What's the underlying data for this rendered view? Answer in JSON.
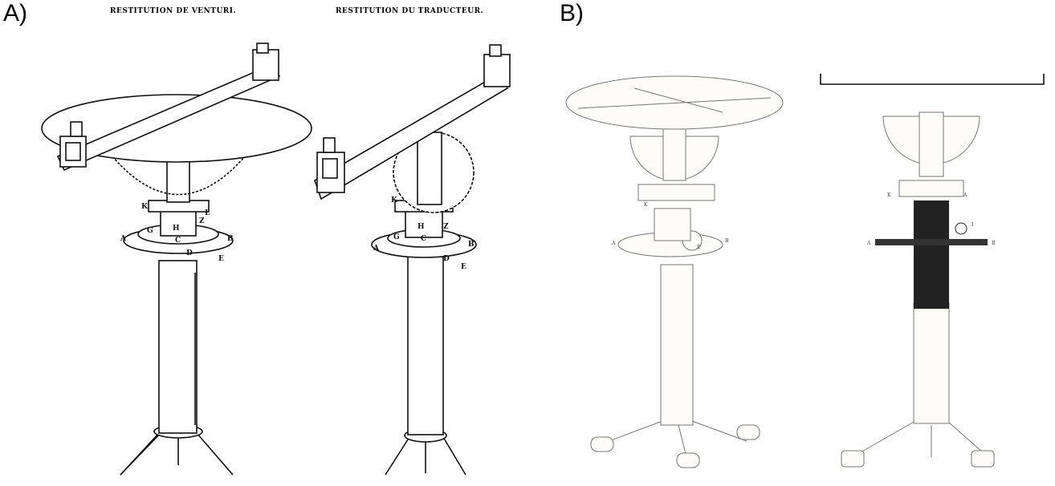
{
  "panels": [
    {
      "label": "A)",
      "captions": [
        "RESTITUTION DE VENTURI.",
        "RESTITUTION DU TRADUCTEUR."
      ]
    },
    {
      "label": "B)"
    }
  ],
  "drawing_letters": {
    "venturi": [
      "K",
      "L",
      "H",
      "C",
      "G",
      "Z",
      "A",
      "B",
      "D",
      "E"
    ],
    "traducteur": [
      "K",
      "H",
      "C",
      "G",
      "Z",
      "A",
      "B",
      "D",
      "E"
    ],
    "engraving": [
      "A",
      "B",
      "K",
      "E"
    ],
    "section": [
      "K",
      "A",
      "A",
      "B",
      "I"
    ]
  }
}
